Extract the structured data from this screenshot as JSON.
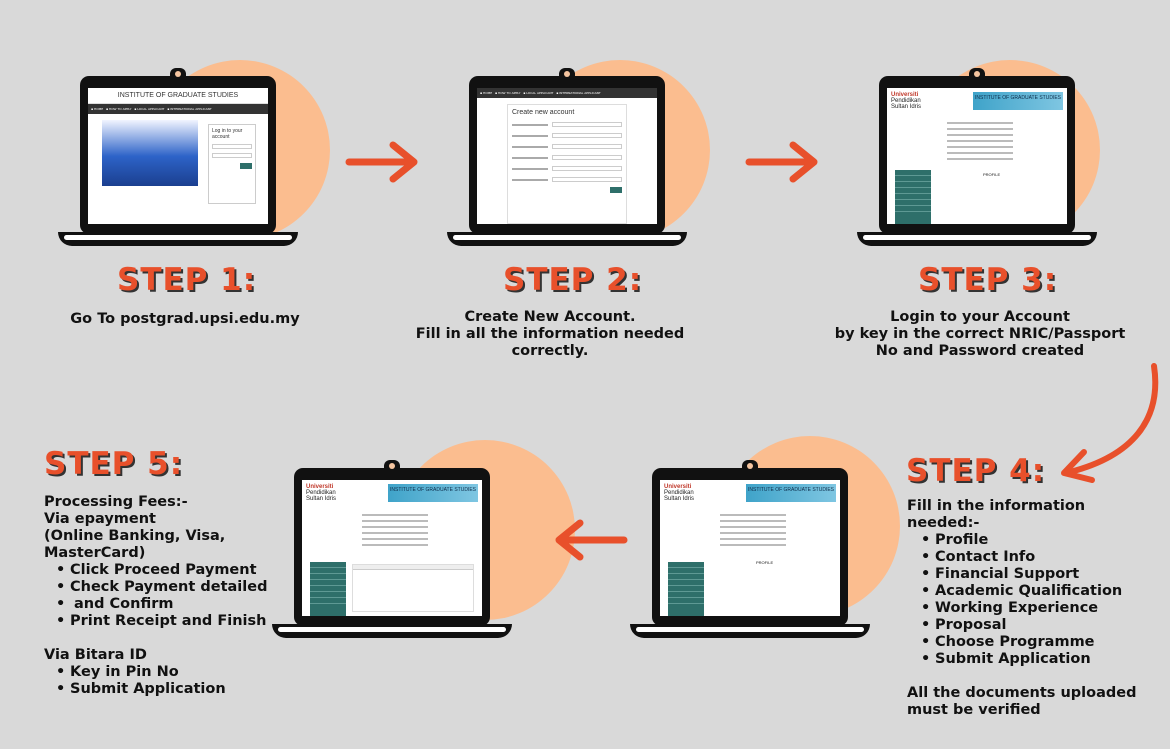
{
  "screens": {
    "site_header": "INSTITUTE OF GRADUATE STUDIES",
    "login_heading": "Log in to your account",
    "create_heading": "Create new account",
    "profile_label": "PROFILE",
    "uni_name": [
      "Universiti",
      "Pendidikan",
      "Sultan Idris"
    ],
    "igs_box": "INSTITUTE OF GRADUATE STUDIES"
  },
  "step1": {
    "title": "STEP 1:",
    "lines": [
      "Go To postgrad.upsi.edu.my"
    ]
  },
  "step2": {
    "title": "STEP 2:",
    "lines": [
      "Create New Account.",
      "Fill in all the information needed",
      "correctly."
    ]
  },
  "step3": {
    "title": "STEP 3:",
    "lines": [
      "Login to your Account",
      "by key in the correct NRIC/Passport",
      "No and Password created"
    ]
  },
  "step4": {
    "title": "STEP 4:",
    "intro": [
      "Fill in the information",
      "needed:-"
    ],
    "items": [
      "Profile",
      "Contact Info",
      "Financial Support",
      "Academic Qualification",
      "Working Experience",
      "Proposal",
      "Choose Programme",
      "Submit Application"
    ],
    "footer": [
      "All the documents uploaded",
      "must be verified"
    ]
  },
  "step5": {
    "title": "STEP 5:",
    "intro": [
      "Processing Fees:-",
      "Via epayment",
      "(Online Banking, Visa,",
      "MasterCard)"
    ],
    "epay_items": [
      "Click Proceed Payment",
      "Check Payment detailed",
      "and Confirm",
      "Print Receipt and Finish"
    ],
    "bitara_title": "Via Bitara ID",
    "bitara_items": [
      "Key in Pin No",
      "Submit Application"
    ]
  },
  "colors": {
    "accent": "#e8502b",
    "circle": "#fbbd8f",
    "background": "#d9d9d9",
    "sidebar": "#2e6f6a"
  }
}
